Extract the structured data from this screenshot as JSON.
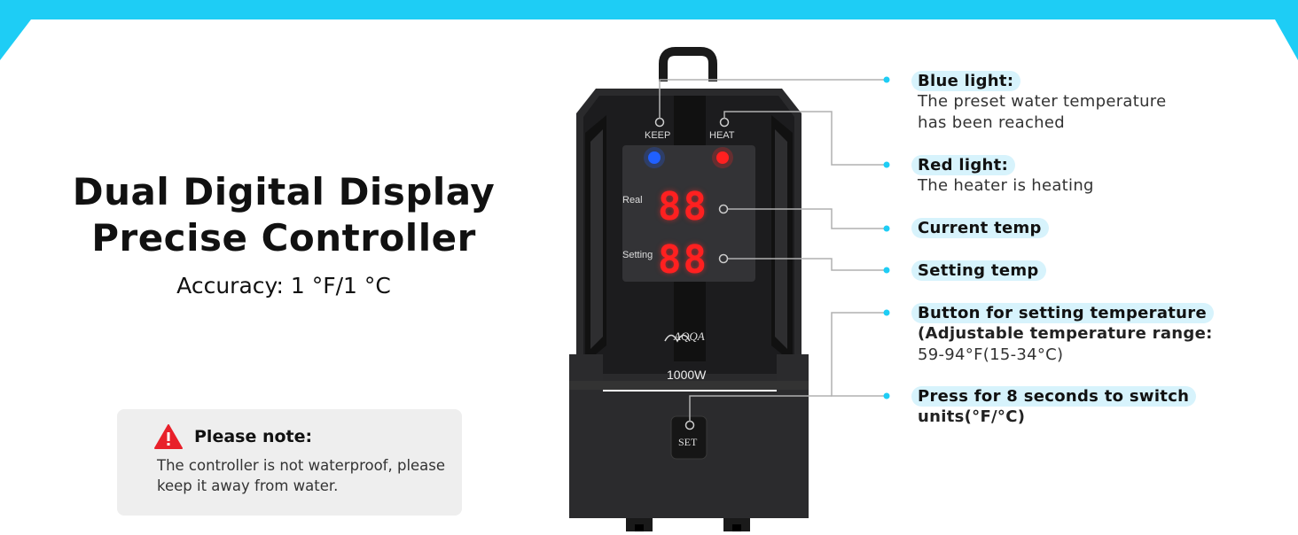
{
  "headline": {
    "line1": "Dual Digital Display",
    "line2": "Precise Controller",
    "accuracy": "Accuracy: 1 °F/1 °C"
  },
  "note": {
    "title": "Please note:",
    "body": "The controller is not waterproof, please keep it away from water.",
    "icon": "warning-triangle-icon",
    "icon_color": "#e8202a"
  },
  "device": {
    "keep_label": "KEEP",
    "heat_label": "HEAT",
    "real_label": "Real",
    "setting_label": "Setting",
    "real_display": "88",
    "setting_display": "88",
    "brand": "AQQA",
    "power": "1000W",
    "set_button": "SET"
  },
  "callouts": {
    "blue": {
      "title": "Blue light:",
      "desc1": "The preset water temperature",
      "desc2": "has been reached"
    },
    "red": {
      "title": "Red light:",
      "desc": "The heater is heating"
    },
    "current": {
      "title": "Current temp"
    },
    "setting": {
      "title": "Setting temp"
    },
    "button": {
      "title": "Button for setting temperature",
      "desc1": "(Adjustable temperature range:",
      "desc2": "59-94°F(15-34°C)"
    },
    "press": {
      "title": "Press for 8 seconds to switch",
      "desc": "units(°F/°C)"
    }
  },
  "colors": {
    "accent_cyan": "#1ecdf5",
    "pill_bg": "#d7f3fc",
    "blue_led": "#2060ff",
    "red_led": "#ff2020"
  }
}
